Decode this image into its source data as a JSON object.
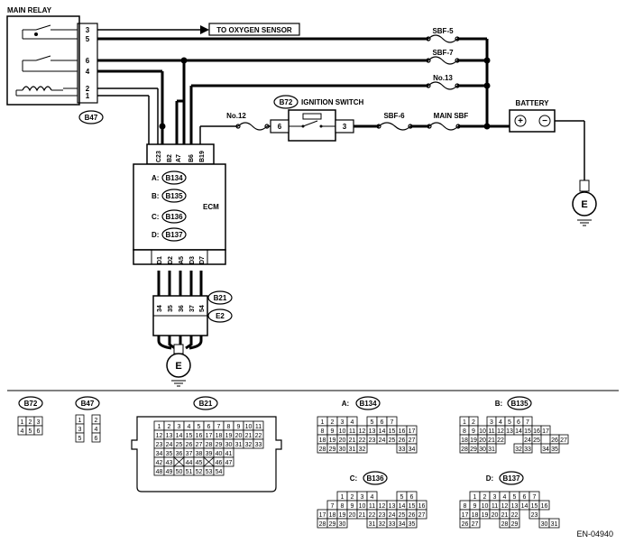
{
  "labels": {
    "main_relay": "MAIN RELAY",
    "to_oxygen_sensor": "TO OXYGEN SENSOR",
    "sbf5": "SBF-5",
    "sbf7": "SBF-7",
    "no13": "No.13",
    "no12": "No.12",
    "ignition_switch": "IGNITION SWITCH",
    "sbf6": "SBF-6",
    "main_sbf": "MAIN SBF",
    "battery": "BATTERY",
    "ecm": "ECM",
    "ground": "E",
    "figure_id": "EN-04940"
  },
  "connectors": {
    "b47": "B47",
    "b72": "B72",
    "b21": "B21",
    "e2": "E2",
    "b134": "B134",
    "b135": "B135",
    "b136": "B136",
    "b137": "B137"
  },
  "relay_pins": [
    "3",
    "5",
    "6",
    "4",
    "2",
    "1"
  ],
  "ign_pins": [
    "6",
    "3"
  ],
  "ecm_top_pins": [
    "C23",
    "B2",
    "A7",
    "B6",
    "B19"
  ],
  "ecm_bottom_pins": [
    "D1",
    "D2",
    "A5",
    "D3",
    "D7"
  ],
  "ecm_connectors": [
    {
      "prefix": "A:",
      "name": "B134"
    },
    {
      "prefix": "B:",
      "name": "B135"
    },
    {
      "prefix": "C:",
      "name": "B136"
    },
    {
      "prefix": "D:",
      "name": "B137"
    }
  ],
  "b21e2_pins": [
    "34",
    "35",
    "36",
    "37",
    "54"
  ],
  "battery_terms": [
    "+",
    "−"
  ],
  "legend": {
    "b72": [
      [
        "1",
        "2",
        "3"
      ],
      [
        "4",
        "5",
        "6"
      ]
    ],
    "b47": [
      [
        "1",
        "",
        "2"
      ],
      [
        "3",
        "",
        "4"
      ],
      [
        "5",
        "",
        "6"
      ]
    ],
    "b21": [
      [
        "1",
        "2",
        "3",
        "4",
        "5",
        "6",
        "7",
        "8",
        "9",
        "10",
        "11"
      ],
      [
        "12",
        "13",
        "14",
        "15",
        "16",
        "17",
        "18",
        "19",
        "20",
        "21",
        "22"
      ],
      [
        "23",
        "24",
        "25",
        "26",
        "27",
        "28",
        "29",
        "30",
        "31",
        "32",
        "33"
      ],
      [
        "34",
        "35",
        "36",
        "37",
        "38",
        "39",
        "40",
        "41"
      ],
      [
        "42",
        "43",
        "X",
        "44",
        "45",
        "X",
        "46",
        "47"
      ],
      [
        "48",
        "49",
        "50",
        "51",
        "52",
        "53",
        "54"
      ]
    ],
    "a_b134": [
      [
        "1",
        "2",
        "3",
        "4",
        "",
        "5",
        "6",
        "7"
      ],
      [
        "8",
        "9",
        "10",
        "11",
        "12",
        "13",
        "14",
        "15",
        "16",
        "17"
      ],
      [
        "18",
        "19",
        "20",
        "21",
        "22",
        "23",
        "24",
        "25",
        "26",
        "27"
      ],
      [
        "28",
        "29",
        "30",
        "31",
        "32",
        "",
        "",
        "",
        "33",
        "34"
      ]
    ],
    "b_b135": [
      [
        "1",
        "2",
        "",
        "3",
        "4",
        "5",
        "6",
        "7"
      ],
      [
        "8",
        "9",
        "10",
        "11",
        "12",
        "13",
        "14",
        "15",
        "16",
        "17"
      ],
      [
        "18",
        "19",
        "20",
        "21",
        "22",
        "",
        "",
        "24",
        "25",
        "",
        "26",
        "27"
      ],
      [
        "28",
        "29",
        "30",
        "31",
        "",
        "",
        "32",
        "33",
        "",
        "34",
        "35"
      ]
    ],
    "c_b136": [
      [
        "",
        "",
        "1",
        "2",
        "3",
        "4",
        "",
        "",
        "5",
        "6"
      ],
      [
        "",
        "7",
        "8",
        "9",
        "10",
        "11",
        "12",
        "13",
        "14",
        "15",
        "16"
      ],
      [
        "17",
        "18",
        "19",
        "20",
        "21",
        "22",
        "23",
        "24",
        "25",
        "26",
        "27"
      ],
      [
        "28",
        "29",
        "30",
        "",
        "",
        "31",
        "32",
        "33",
        "34",
        "35"
      ]
    ],
    "d_b137": [
      [
        "",
        "1",
        "2",
        "3",
        "4",
        "5",
        "6",
        "7"
      ],
      [
        "8",
        "9",
        "10",
        "11",
        "12",
        "13",
        "14",
        "15",
        "16"
      ],
      [
        "17",
        "18",
        "19",
        "20",
        "21",
        "22",
        "",
        "23"
      ],
      [
        "26",
        "27",
        "",
        "",
        "28",
        "29",
        "",
        "",
        "30",
        "31"
      ]
    ]
  }
}
